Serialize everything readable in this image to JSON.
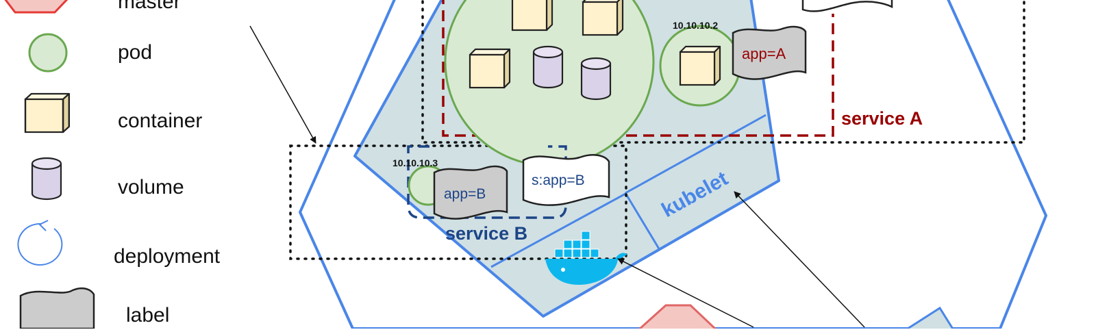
{
  "legend": {
    "items": [
      {
        "key": "master",
        "label": "master",
        "icon": "master-hexagon-icon"
      },
      {
        "key": "pod",
        "label": "pod",
        "icon": "pod-circle-icon"
      },
      {
        "key": "container",
        "label": "container",
        "icon": "container-box-icon"
      },
      {
        "key": "volume",
        "label": "volume",
        "icon": "volume-cylinder-icon"
      },
      {
        "key": "deployment",
        "label": "deployment",
        "icon": "deployment-circle-icon"
      },
      {
        "key": "label",
        "label": "label",
        "icon": "label-flag-icon"
      }
    ]
  },
  "diagram": {
    "pod_a_ip": "10.10.10.2",
    "pod_a_label": "app=A",
    "service_a_label": "service A",
    "pod_b_ip": "10.10.10.3",
    "pod_b_label": "app=B",
    "service_b_selector": "s:app=B",
    "service_b_label": "service B",
    "kubelet_label": "kubelet",
    "docker_icon": "docker-whale-icon"
  },
  "colors": {
    "node_outline": "#4a86e8",
    "node_fill": "#d0e0e3",
    "pod_fill": "#d9ead3",
    "pod_stroke": "#6aa84f",
    "container_fill": "#fff2cc",
    "volume_fill": "#d9d2e9",
    "label_fill": "#cccccc",
    "service_a": "#990000",
    "service_b": "#1c4587",
    "kubelet": "#4a86e8",
    "master": "#e06666"
  }
}
